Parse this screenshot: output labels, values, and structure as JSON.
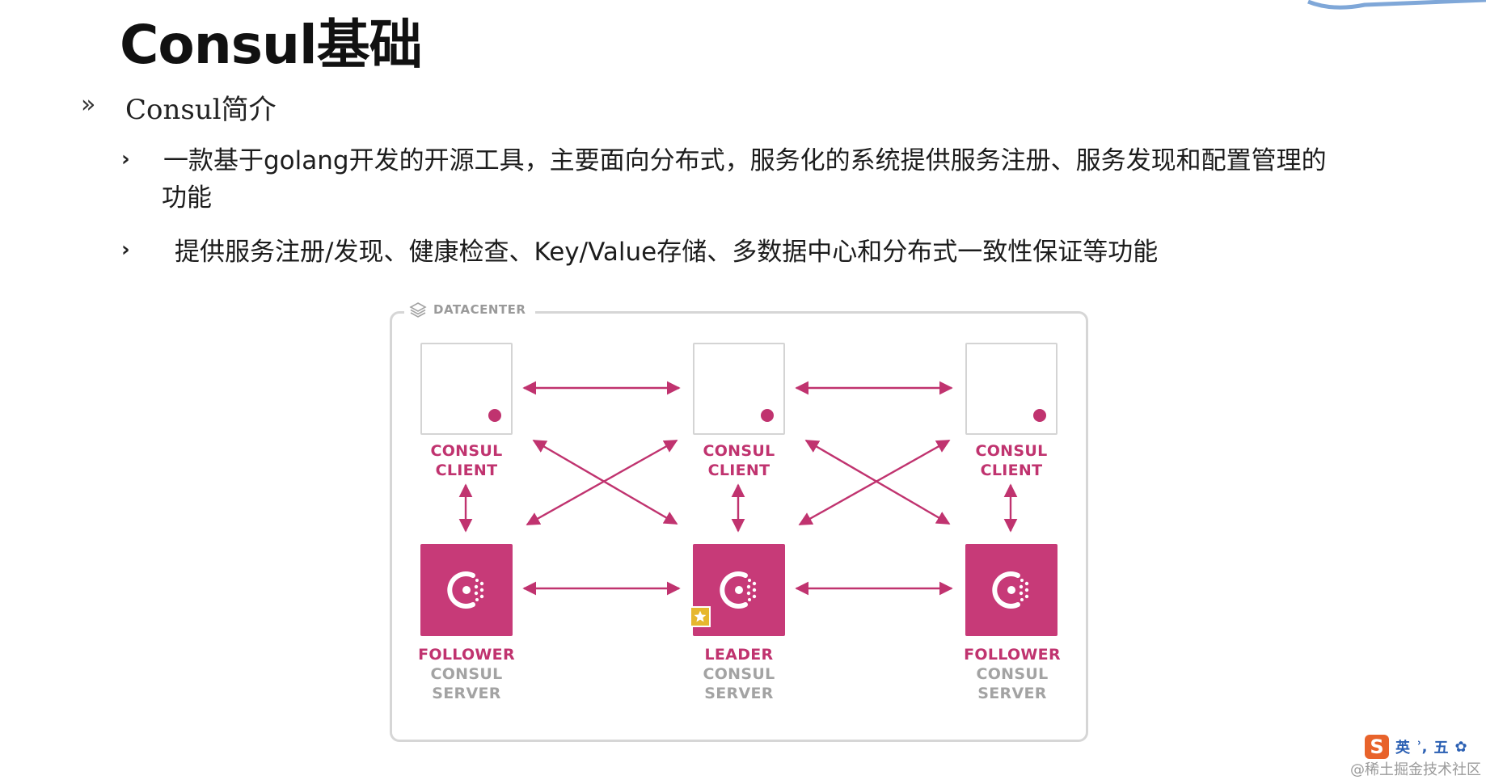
{
  "slide": {
    "title": "Consul基础",
    "section": {
      "marker": "»",
      "heading": "Consul简介"
    },
    "bullets": [
      {
        "marker": "›",
        "line1": "一款基于golang开发的开源工具，主要面向分布式，服务化的系统提供服务注册、服务发现和配置管理的",
        "line2": "功能"
      },
      {
        "marker": "›",
        "text": "提供服务注册/发现、健康检查、Key/Value存储、多数据中心和分布式一致性保证等功能"
      }
    ]
  },
  "diagram": {
    "container_label": "DATACENTER",
    "clients": [
      {
        "line1": "CONSUL",
        "line2": "CLIENT"
      },
      {
        "line1": "CONSUL",
        "line2": "CLIENT"
      },
      {
        "line1": "CONSUL",
        "line2": "CLIENT"
      }
    ],
    "servers": [
      {
        "role": "FOLLOWER",
        "line2": "CONSUL",
        "line3": "SERVER"
      },
      {
        "role": "LEADER",
        "line2": "CONSUL",
        "line3": "SERVER"
      },
      {
        "role": "FOLLOWER",
        "line2": "CONSUL",
        "line3": "SERVER"
      }
    ],
    "colors": {
      "accent": "#c73a78",
      "label_grey": "#a3a3a3",
      "frame": "#d6d6d6",
      "leader_badge": "#e6b72e"
    }
  },
  "ime": {
    "items": [
      "英",
      "ʾ,",
      "五",
      "✿"
    ]
  },
  "watermark": "@稀土掘金技术社区"
}
